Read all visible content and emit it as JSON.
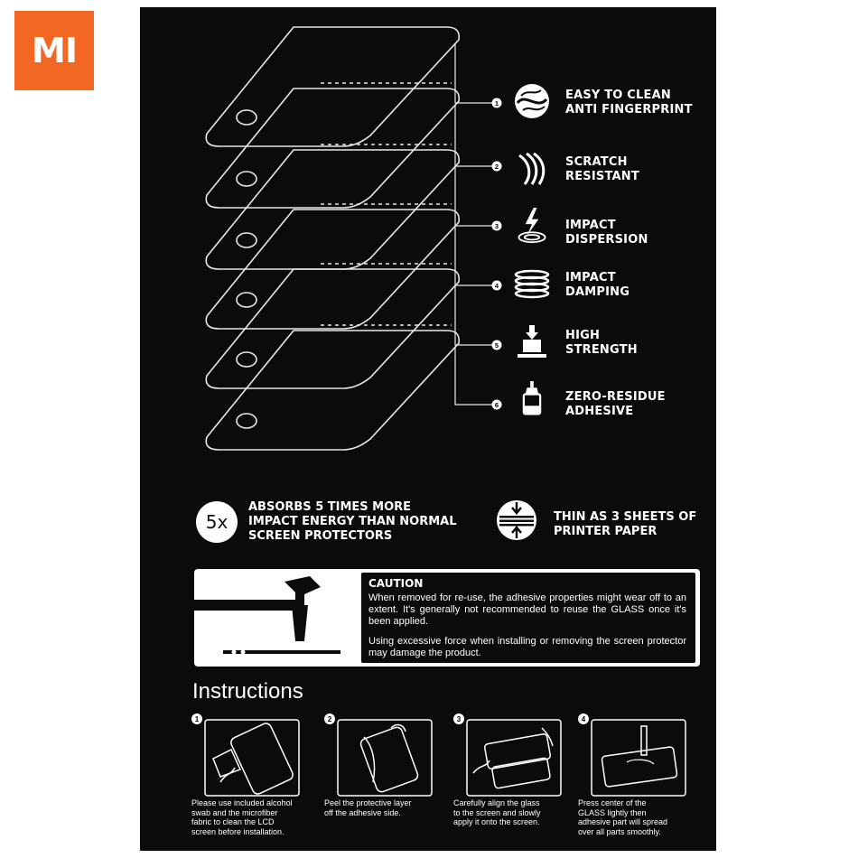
{
  "brand": {
    "logo_text": "MI",
    "color": "#f26722"
  },
  "features": [
    {
      "num": "1",
      "icon": "fingerprint-icon",
      "line1": "EASY TO CLEAN",
      "line2": "ANTI FINGERPRINT"
    },
    {
      "num": "2",
      "icon": "scratch-icon",
      "line1": "SCRATCH",
      "line2": "RESISTANT"
    },
    {
      "num": "3",
      "icon": "lightning-impact-icon",
      "line1": "IMPACT",
      "line2": "DISPERSION"
    },
    {
      "num": "4",
      "icon": "layers-stack-icon",
      "line1": "IMPACT",
      "line2": "DAMPING"
    },
    {
      "num": "5",
      "icon": "weight-press-icon",
      "line1": "HIGH",
      "line2": "STRENGTH"
    },
    {
      "num": "6",
      "icon": "glue-bottle-icon",
      "line1": "ZERO-RESIDUE",
      "line2": "ADHESIVE"
    }
  ],
  "absorb": {
    "badge": "5x",
    "line1": "ABSORBS 5 TIMES MORE",
    "line2": "IMPACT ENERGY THAN NORMAL",
    "line3": "SCREEN PROTECTORS"
  },
  "thin": {
    "icon": "thin-sheets-icon",
    "line1": "THIN AS 3 SHEETS OF",
    "line2": "PRINTER PAPER"
  },
  "caution": {
    "title": "CAUTION",
    "para1": "When removed for re-use, the adhesive properties might wear off to an extent. It's generally not recommended to reuse the GLASS once it's been applied.",
    "para2": "Using excessive force when installing or removing the screen protector may damage the product."
  },
  "instructions": {
    "title": "Instructions",
    "steps": [
      {
        "num": "1",
        "lines": [
          "Please use included alcohol",
          "swab and the microfiber",
          "fabric to clean the LCD",
          "screen before installation."
        ]
      },
      {
        "num": "2",
        "lines": [
          "Peel the protective layer",
          "off the adhesive side."
        ]
      },
      {
        "num": "3",
        "lines": [
          "Carefully align the glass",
          "to the screen and slowly",
          "apply it onto the screen."
        ]
      },
      {
        "num": "4",
        "lines": [
          "Press center of the",
          "GLASS lightly then",
          "adhesive part will spread",
          "over all parts smoothly."
        ]
      }
    ]
  }
}
